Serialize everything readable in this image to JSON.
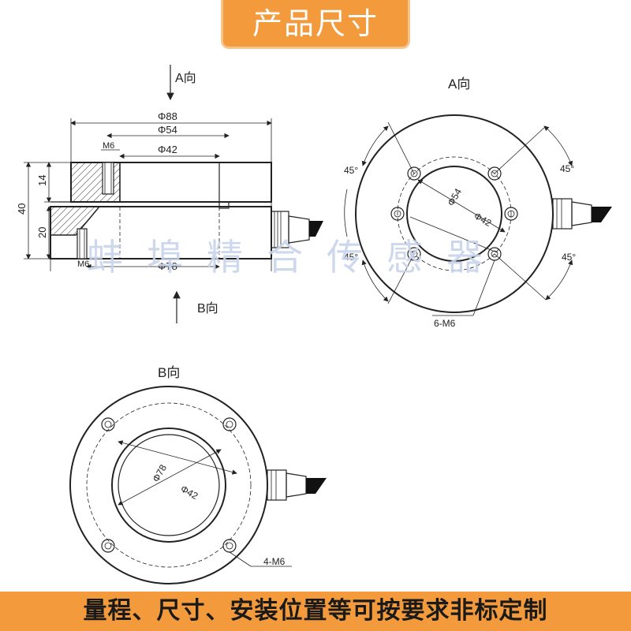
{
  "header": {
    "title": "产品尺寸"
  },
  "footer": {
    "text": "量程、尺寸、安装位置等可按要求非标定制"
  },
  "watermark": {
    "text": "蚌埠精合传感器"
  },
  "side_view": {
    "arrow_a_label": "A向",
    "arrow_b_label": "B向",
    "dim_outer": "Φ88",
    "dim_mid": "Φ54",
    "dim_inner": "Φ42",
    "dim_bottom": "Φ78",
    "dim_thread_top": "M6",
    "dim_thread_bottom": "M6",
    "dim_total_height": "40",
    "dim_top_height": "14",
    "dim_bottom_height": "20"
  },
  "view_a": {
    "title": "A向",
    "dim_outer": "Φ54",
    "dim_inner": "Φ42",
    "angle_tl": "45°",
    "angle_tr": "45°",
    "angle_bl": "45°",
    "angle_br": "45°",
    "holes_label": "6-M6"
  },
  "view_b": {
    "title": "B向",
    "dim_outer": "Φ78",
    "dim_inner": "Φ42",
    "holes_label": "4-M6"
  }
}
